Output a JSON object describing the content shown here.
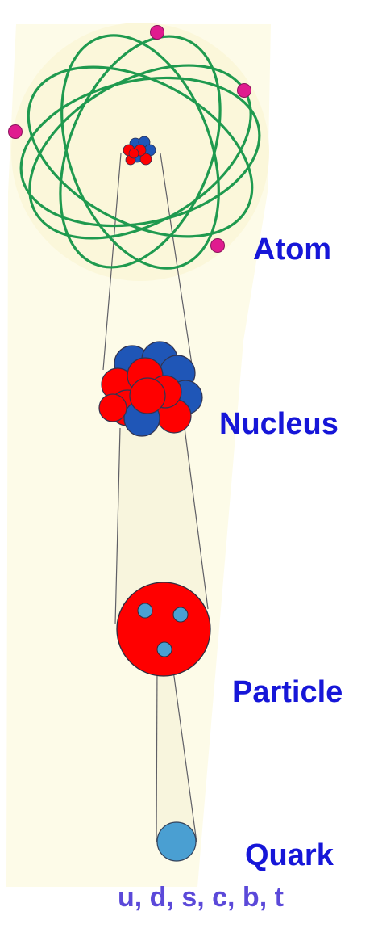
{
  "labels": {
    "atom": "Atom",
    "nucleus": "Nucleus",
    "particle": "Particle",
    "quark": "Quark",
    "quark_flavors": "u, d, s, c, b, t"
  },
  "colors": {
    "label_text": "#1616d8",
    "flavor_text": "#5b49d9",
    "background_band": "#fdfbe8",
    "orbit_green": "#1f9a4f",
    "electron_magenta": "#e01b8f",
    "proton_red": "#ff0000",
    "neutron_blue": "#1f56b7",
    "quark_blue": "#4a9fd2",
    "connector_gray": "#6c6c74"
  },
  "icons": {
    "atom": "atom-icon",
    "nucleus": "nucleus-icon",
    "particle": "particle-icon",
    "quark": "quark-icon"
  }
}
